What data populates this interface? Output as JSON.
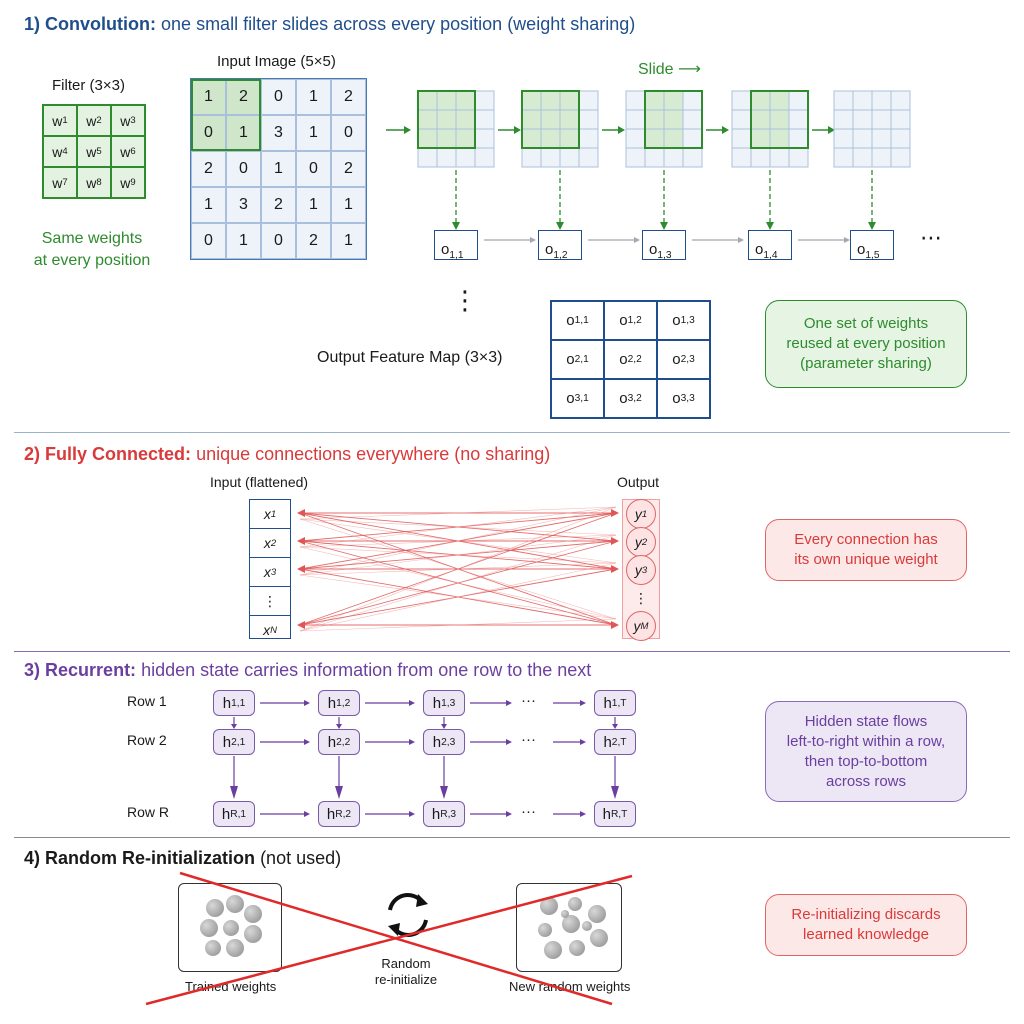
{
  "colors": {
    "blue": "#1f4e8c",
    "green": "#2e8b2e",
    "red": "#d93a3a",
    "purple": "#6b3fa0"
  },
  "sec1": {
    "num": "1)",
    "bold": "Convolution:",
    "rest": "one small filter slides across every position",
    "paren": "(weight sharing)",
    "filter_title": "Filter (3×3)",
    "input_title": "Input Image (5×5)",
    "slide": "Slide",
    "same_weights": "Same weights\nat every position",
    "output_title": "Output Feature Map (3×3)",
    "note": "One set of weights\nreused at every position\n(parameter sharing)",
    "filter": [
      [
        "w",
        "1"
      ],
      [
        "w",
        "2"
      ],
      [
        "w",
        "3"
      ],
      [
        "w",
        "4"
      ],
      [
        "w",
        "5"
      ],
      [
        "w",
        "6"
      ],
      [
        "w",
        "7"
      ],
      [
        "w",
        "8"
      ],
      [
        "w",
        "9"
      ]
    ],
    "input": [
      "1",
      "2",
      "0",
      "1",
      "2",
      "0",
      "1",
      "3",
      "1",
      "0",
      "2",
      "0",
      "1",
      "0",
      "2",
      "1",
      "3",
      "2",
      "1",
      "1",
      "0",
      "1",
      "0",
      "2",
      "1"
    ],
    "row_outputs": [
      [
        "o",
        "1,1"
      ],
      [
        "o",
        "1,2"
      ],
      [
        "o",
        "1,3"
      ],
      [
        "o",
        "1,4"
      ],
      [
        "o",
        "1,5"
      ]
    ],
    "map": [
      [
        "o",
        "1,1"
      ],
      [
        "o",
        "1,2"
      ],
      [
        "o",
        "1,3"
      ],
      [
        "o",
        "2,1"
      ],
      [
        "o",
        "2,2"
      ],
      [
        "o",
        "2,3"
      ],
      [
        "o",
        "3,1"
      ],
      [
        "o",
        "3,2"
      ],
      [
        "o",
        "3,3"
      ]
    ],
    "dots": "⋯",
    "vdots": "⋮"
  },
  "sec2": {
    "num": "2)",
    "bold": "Fully Connected:",
    "rest": "unique connections everywhere (no sharing)",
    "input_title": "Input (flattened)",
    "output_title": "Output",
    "inputs": [
      [
        "x",
        "1"
      ],
      [
        "x",
        "2"
      ],
      [
        "x",
        "3"
      ],
      [
        "⋮",
        ""
      ],
      [
        "x",
        "N"
      ]
    ],
    "outputs": [
      [
        "y",
        "1"
      ],
      [
        "y",
        "2"
      ],
      [
        "y",
        "3"
      ],
      [
        "⋮",
        ""
      ],
      [
        "y",
        "M"
      ]
    ],
    "note": "Every connection has\nits own unique weight"
  },
  "sec3": {
    "num": "3)",
    "bold": "Recurrent:",
    "rest": "hidden state carries information from one row to the next",
    "rows": [
      {
        "label": "Row 1",
        "nodes": [
          [
            "h",
            "1,1"
          ],
          [
            "h",
            "1,2"
          ],
          [
            "h",
            "1,3"
          ],
          [
            "h",
            "1,T"
          ]
        ]
      },
      {
        "label": "Row 2",
        "nodes": [
          [
            "h",
            "2,1"
          ],
          [
            "h",
            "2,2"
          ],
          [
            "h",
            "2,3"
          ],
          [
            "h",
            "2,T"
          ]
        ]
      },
      {
        "label": "Row R",
        "nodes": [
          [
            "h",
            "R,1"
          ],
          [
            "h",
            "R,2"
          ],
          [
            "h",
            "R,3"
          ],
          [
            "h",
            "R,T"
          ]
        ]
      }
    ],
    "dots": "···",
    "note": "Hidden state flows\nleft-to-right within a row,\nthen top-to-bottom\nacross rows"
  },
  "sec4": {
    "num": "4)",
    "title": "Random Re-initialization",
    "paren": "(not used)",
    "trained": "Trained weights",
    "random": "Random\nre-initialize",
    "new_weights": "New random weights",
    "note": "Re-initializing discards\nlearned knowledge"
  }
}
